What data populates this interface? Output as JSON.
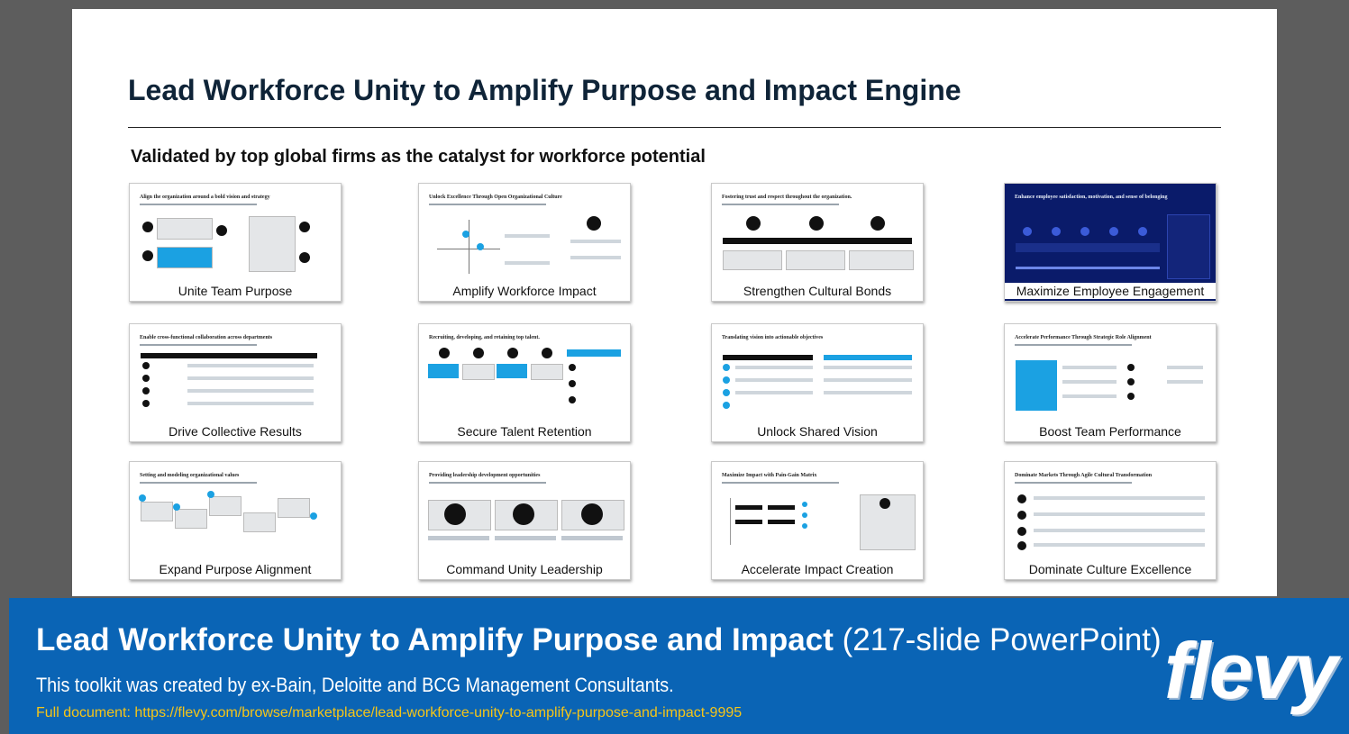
{
  "slide": {
    "title": "Lead Workforce Unity to Amplify Purpose and Impact Engine",
    "subtitle": "Validated by top global firms as the catalyst for workforce potential"
  },
  "thumbnails": [
    {
      "label": "Unite Team Purpose",
      "mini_title": "Align the organization around a bold vision and strategy"
    },
    {
      "label": "Amplify Workforce Impact",
      "mini_title": "Unlock Excellence Through Open Organizational Culture"
    },
    {
      "label": "Strengthen Cultural Bonds",
      "mini_title": "Fostering trust and respect throughout the organization."
    },
    {
      "label": "Maximize Employee Engagement",
      "mini_title": "Enhance employee satisfaction, motivation, and sense of belonging"
    },
    {
      "label": "Drive Collective Results",
      "mini_title": "Enable cross-functional collaboration across departments"
    },
    {
      "label": "Secure Talent Retention",
      "mini_title": "Recruiting, developing, and retaining top talent."
    },
    {
      "label": "Unlock Shared Vision",
      "mini_title": "Translating vision into actionable objectives"
    },
    {
      "label": "Boost Team Performance",
      "mini_title": "Accelerate Performance Through Strategic Role Alignment"
    },
    {
      "label": "Expand Purpose Alignment",
      "mini_title": "Setting and modeling organizational values"
    },
    {
      "label": "Command Unity Leadership",
      "mini_title": "Providing leadership development opportunities"
    },
    {
      "label": "Accelerate Impact Creation",
      "mini_title": "Maximize Impact with Pain-Gain Matrix"
    },
    {
      "label": "Dominate Culture Excellence",
      "mini_title": "Dominate Markets Through Agile Cultural Transformation"
    }
  ],
  "banner": {
    "title_bold": "Lead Workforce Unity to Amplify Purpose and Impact",
    "title_light": "(217-slide PowerPoint)",
    "created_by": "This toolkit was created by ex-Bain, Deloitte and BCG Management Consultants.",
    "full_document": "Full document: https://flevy.com/browse/marketplace/lead-workforce-unity-to-amplify-purpose-and-impact-9995",
    "logo": "flevy"
  },
  "colors": {
    "banner_bg": "#0a64b5",
    "link": "#f5c518",
    "title": "#0f2438",
    "accent": "#1ba1e2"
  }
}
